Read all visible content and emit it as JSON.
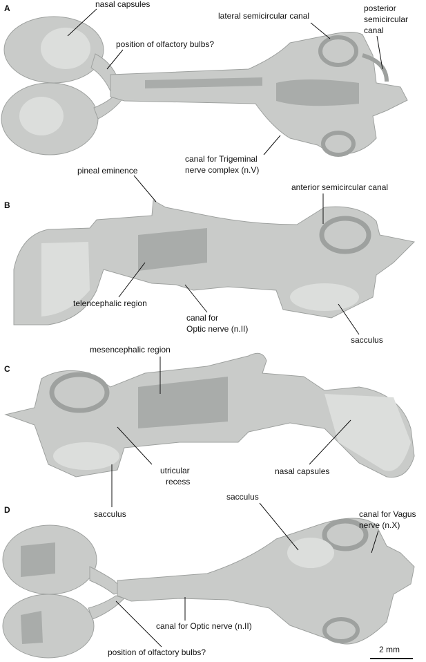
{
  "panels": [
    {
      "letter": "A",
      "labels": [
        "nasal capsules",
        "position of olfactory bulbs?",
        "lateral semicircular canal",
        "posterior",
        "semicircular",
        "canal",
        "canal for Trigeminal",
        "nerve complex (n.V)"
      ]
    },
    {
      "letter": "B",
      "labels": [
        "pineal eminence",
        "anterior semicircular canal",
        "telencephalic region",
        "canal for",
        "Optic nerve (n.II)",
        "sacculus"
      ]
    },
    {
      "letter": "C",
      "labels": [
        "mesencephalic region",
        "utricular",
        "recess",
        "nasal capsules",
        "sacculus"
      ]
    },
    {
      "letter": "D",
      "labels": [
        "sacculus",
        "canal for Vagus",
        "nerve (n.X)",
        "canal for Optic nerve (n.II)",
        "position of olfactory bulbs?"
      ]
    }
  ],
  "scale_bar": {
    "label": "2 mm"
  },
  "colors": {
    "bone": "#c9cbc9",
    "bone_light": "#dcdedc",
    "bone_dark": "#a9acaa",
    "ink": "#111111"
  }
}
